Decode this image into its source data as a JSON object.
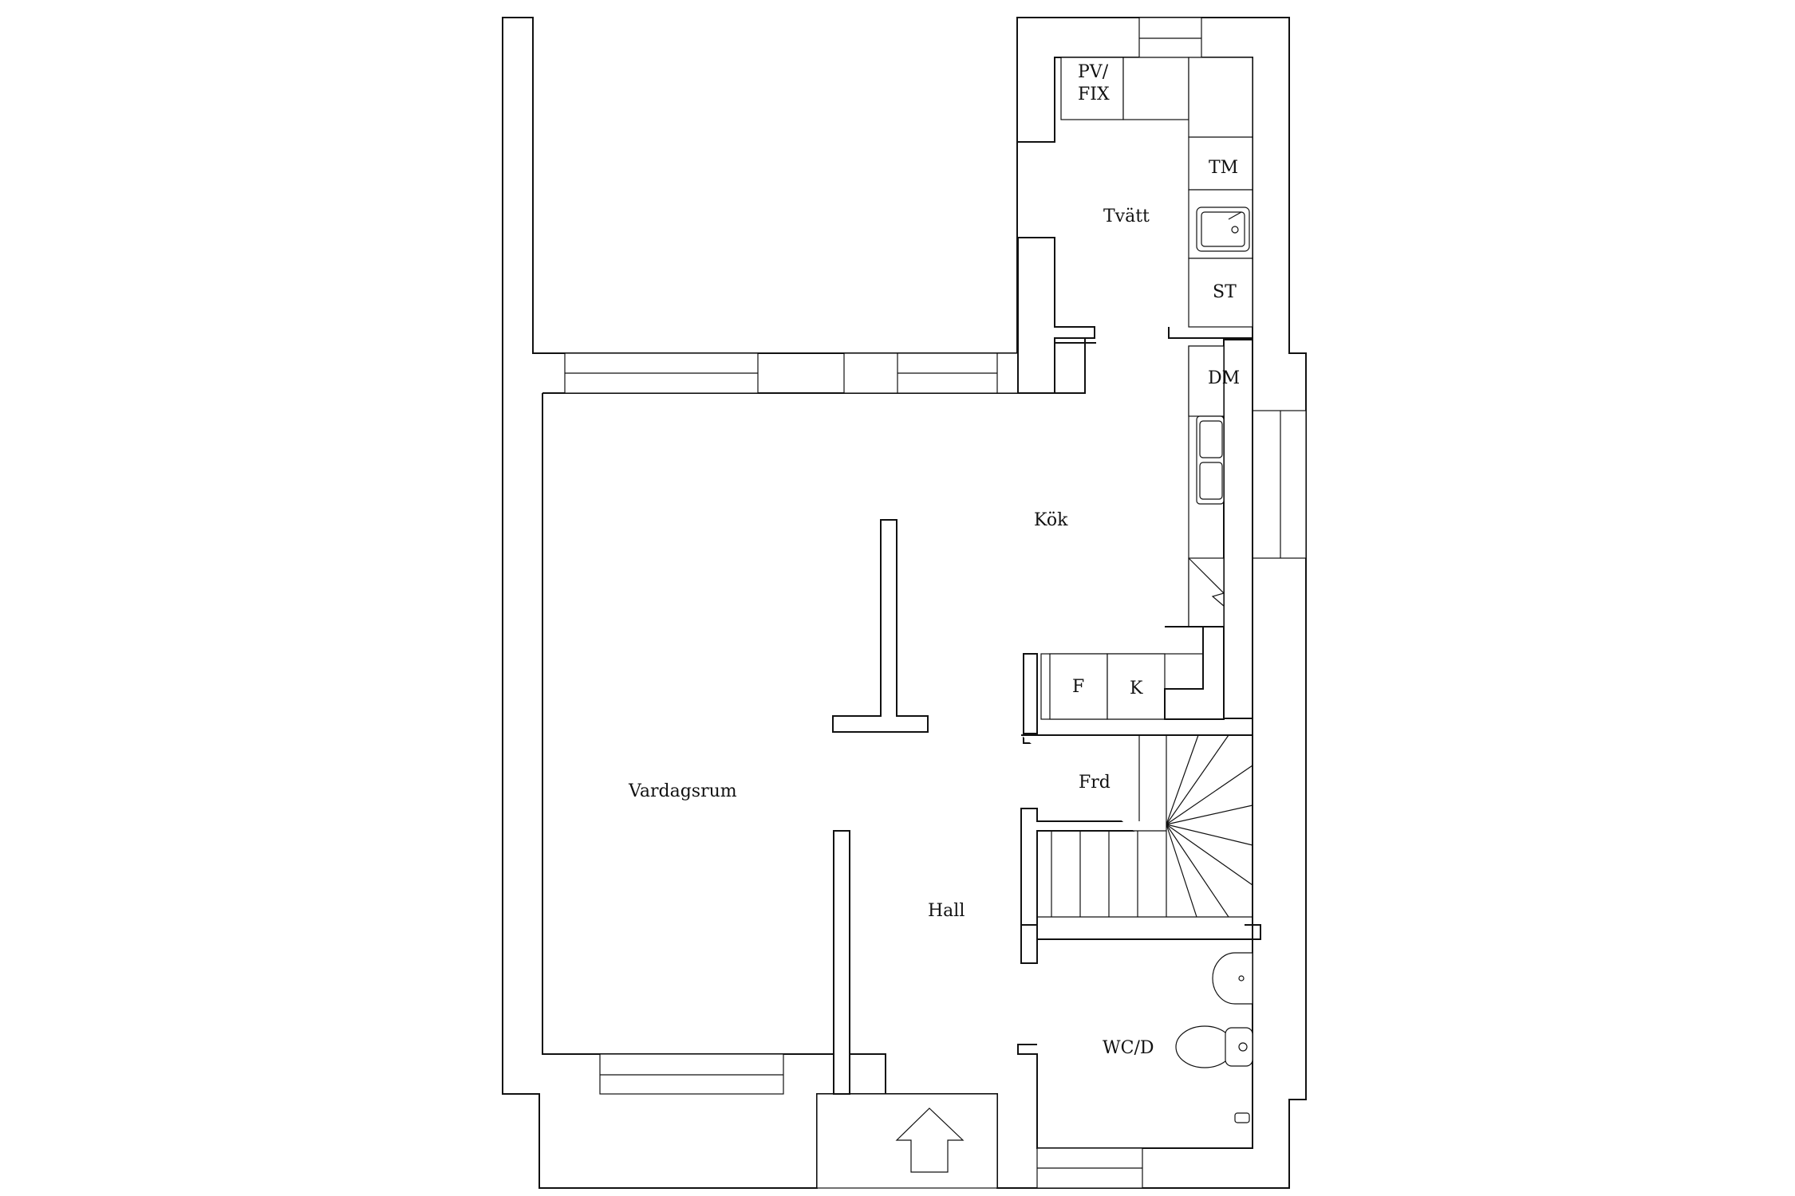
{
  "rooms": {
    "laundry": "Tvätt",
    "kitchen": "Kök",
    "living_room": "Vardagsrum",
    "hall": "Hall",
    "closet": "Frd",
    "bathroom": "WC/D"
  },
  "fixtures": {
    "pv_fix_line1": "PV/",
    "pv_fix_line2": "FIX",
    "tumble_dryer": "TM",
    "drying_cabinet": "ST",
    "dishwasher": "DM",
    "freezer": "F",
    "fridge": "K"
  },
  "colors": {
    "line": "#111111",
    "background": "#ffffff"
  }
}
